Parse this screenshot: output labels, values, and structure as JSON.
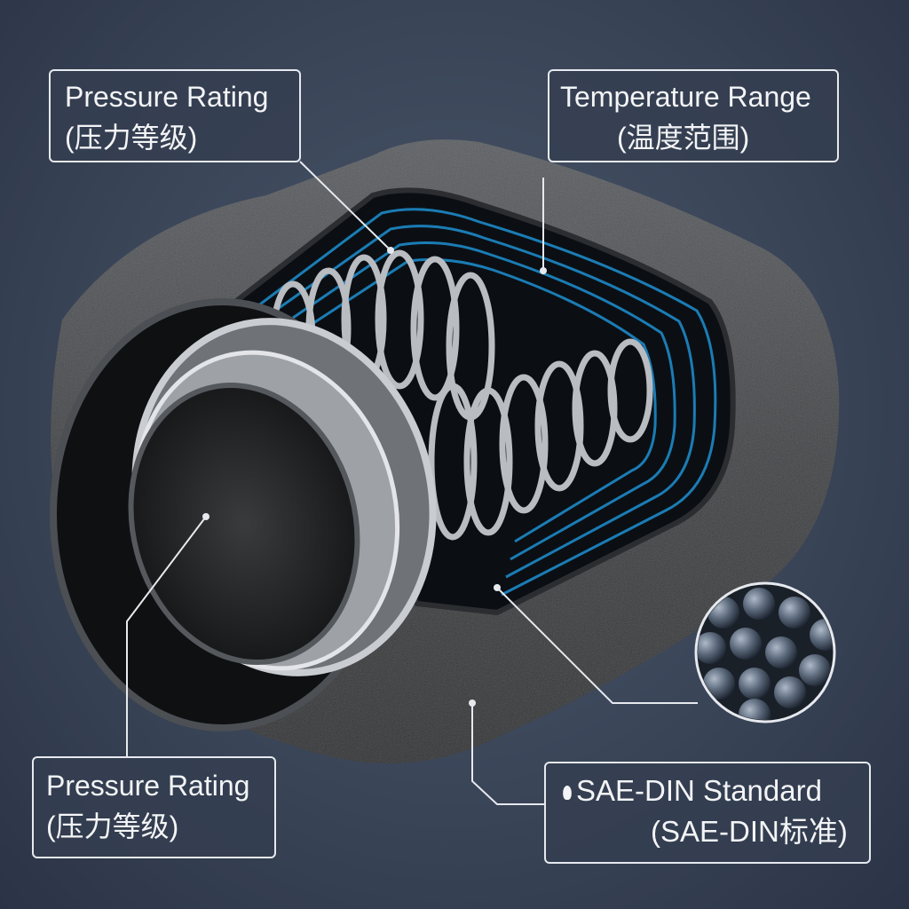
{
  "labels": {
    "top_left": {
      "title": "Pressure Rating",
      "subtitle": "(压力等级)"
    },
    "top_right": {
      "title": "Temperature Range",
      "subtitle": "(温度范围)"
    },
    "bottom_left": {
      "title": "Pressure Rating",
      "subtitle": "(压力等级)"
    },
    "bottom_right": {
      "title": "SAE-DIN Standard",
      "subtitle": "(SAE-DIN标准)"
    }
  },
  "colors": {
    "background": "#3a4558",
    "jacket": "#3b3d40",
    "reinforcement": "#1e8fd0",
    "spring": "#b9bcc0",
    "label_border": "#e6e9ee"
  }
}
